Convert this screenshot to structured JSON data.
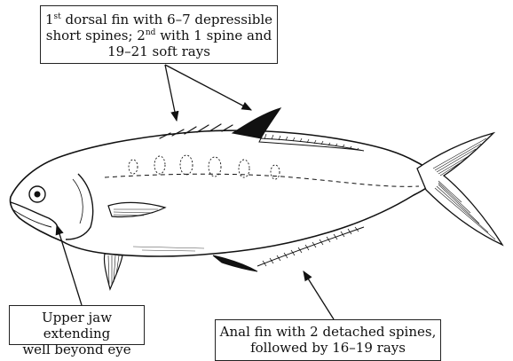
{
  "labels": {
    "dorsal": {
      "line1_ordinal": "1",
      "line1_sup": "st",
      "line1_text": " dorsal fin with 6–7 depressible",
      "line2_pre": "short spines; 2",
      "line2_sup": "nd",
      "line2_text": " with 1 spine and",
      "line3": "19–21 soft rays"
    },
    "jaw": {
      "line1": "Upper jaw extending",
      "line2": "well beyond eye"
    },
    "anal": {
      "line1": "Anal fin with 2 detached spines,",
      "line2": "followed by 16–19 rays"
    }
  },
  "colors": {
    "ink": "#111111",
    "background": "#ffffff"
  }
}
